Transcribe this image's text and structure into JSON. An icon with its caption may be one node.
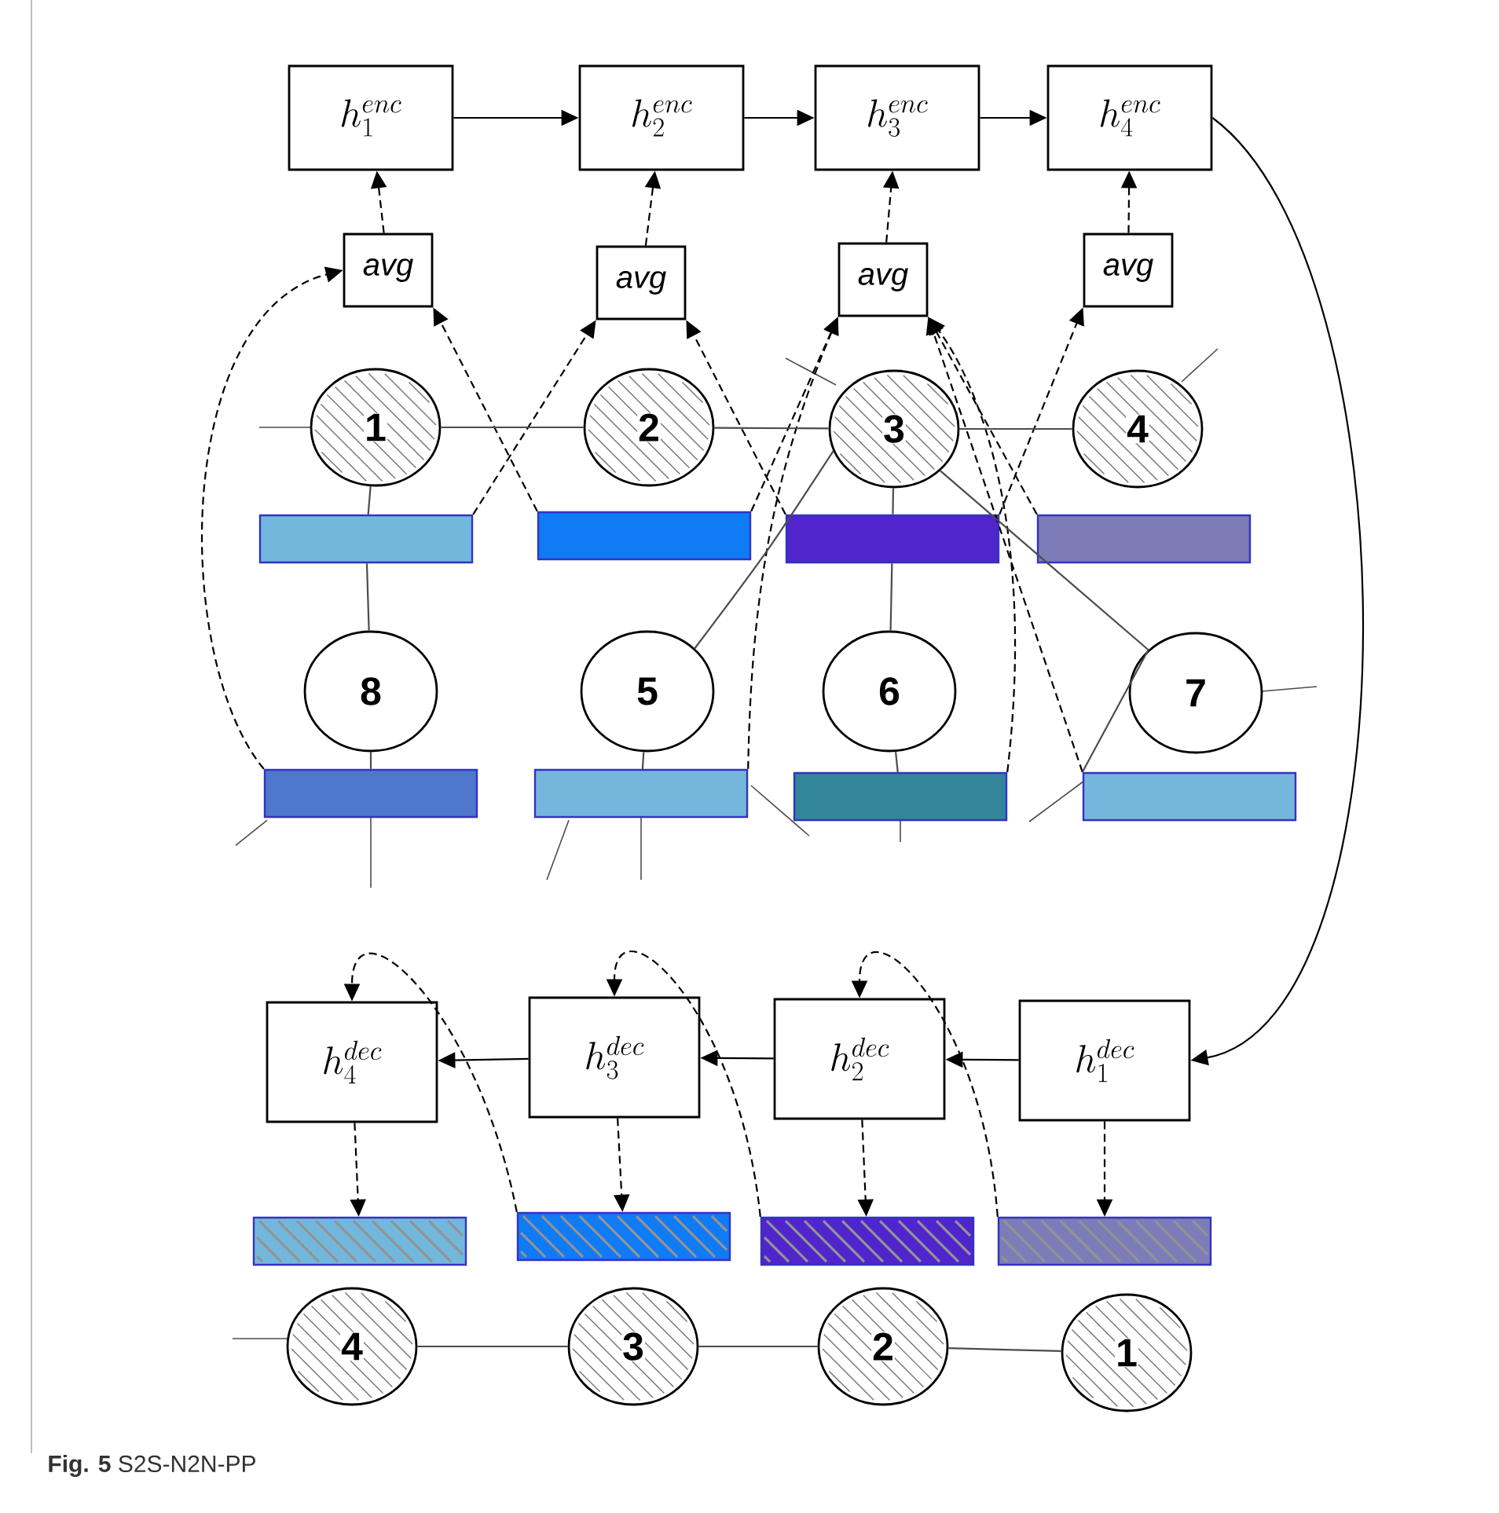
{
  "diagram": {
    "caption": "**Fig. 5** S2S-N2N-PP",
    "nodes": [
      {
        "text": [
          "h_{1}^{enc}"
        ]
      },
      {
        "text": [
          "h_{2}^{enc}"
        ]
      },
      {
        "text": [
          "h_{3}^{enc}"
        ]
      },
      {
        "text": [
          "h_{4}^{enc}"
        ]
      },
      {
        "text": [
          "avg"
        ]
      },
      {
        "text": [
          "avg"
        ]
      },
      {
        "text": [
          "avg"
        ]
      },
      {
        "text": [
          "avg"
        ]
      },
      {
        "text": [
          "1"
        ]
      },
      {
        "text": [
          "2"
        ]
      },
      {
        "text": [
          "3"
        ]
      },
      {
        "text": [
          "4"
        ]
      },
      {
        "text": [],
        "shape": "bar"
      },
      {
        "text": [],
        "shape": "bar"
      },
      {
        "text": [],
        "shape": "bar"
      },
      {
        "text": [],
        "shape": "bar"
      },
      {
        "text": [
          "8"
        ]
      },
      {
        "text": [
          "5"
        ]
      },
      {
        "text": [
          "6"
        ]
      },
      {
        "text": [
          "7"
        ]
      },
      {
        "text": [],
        "shape": "bar"
      },
      {
        "text": [],
        "shape": "bar"
      },
      {
        "text": [],
        "shape": "bar"
      },
      {
        "text": [],
        "shape": "bar"
      },
      {
        "text": [
          "h_{4}^{dec}"
        ]
      },
      {
        "text": [
          "h_{3}^{dec}"
        ]
      },
      {
        "text": [
          "h_{2}^{dec}"
        ]
      },
      {
        "text": [
          "h_{1}^{dec}"
        ]
      },
      {
        "text": [],
        "shape": "bar"
      },
      {
        "text": [],
        "shape": "bar"
      },
      {
        "text": [],
        "shape": "bar"
      },
      {
        "text": [],
        "shape": "bar"
      },
      {
        "text": [
          "4"
        ]
      },
      {
        "text": [
          "3"
        ]
      },
      {
        "text": [
          "2"
        ]
      },
      {
        "text": [
          "1"
        ]
      }
    ],
    "edges": [
      {
        "from": 0,
        "to": 1,
        "arrow": "to"
      },
      {
        "from": 1,
        "to": 2,
        "arrow": "to"
      },
      {
        "from": 2,
        "to": 3,
        "arrow": "to"
      },
      {
        "from": 3,
        "to": 27,
        "arrow": "to"
      },
      {
        "from": 27,
        "to": 26,
        "arrow": "to"
      },
      {
        "from": 26,
        "to": 25,
        "arrow": "to"
      },
      {
        "from": 25,
        "to": 24,
        "arrow": "to"
      },
      {
        "from": 4,
        "to": 0,
        "arrow": "to",
        "style": "dashed"
      },
      {
        "from": 5,
        "to": 1,
        "arrow": "to",
        "style": "dashed"
      },
      {
        "from": 6,
        "to": 2,
        "arrow": "to",
        "style": "dashed"
      },
      {
        "from": 7,
        "to": 3,
        "arrow": "to",
        "style": "dashed"
      },
      {
        "from": 12,
        "to": 5,
        "arrow": "to",
        "style": "dashed"
      },
      {
        "from": 13,
        "to": 4,
        "arrow": "to",
        "style": "dashed"
      },
      {
        "from": 20,
        "to": 4,
        "arrow": "to",
        "style": "dashed"
      },
      {
        "from": 14,
        "to": 5,
        "arrow": "to",
        "style": "dashed"
      },
      {
        "from": 13,
        "to": 6,
        "arrow": "to",
        "style": "dashed"
      },
      {
        "from": 21,
        "to": 6,
        "arrow": "to",
        "style": "dashed"
      },
      {
        "from": 22,
        "to": 6,
        "arrow": "to",
        "style": "dashed"
      },
      {
        "from": 23,
        "to": 6,
        "arrow": "to",
        "style": "dashed"
      },
      {
        "from": 15,
        "to": 6,
        "arrow": "to",
        "style": "dashed"
      },
      {
        "from": 14,
        "to": 7,
        "arrow": "to",
        "style": "dashed"
      },
      {
        "from": 24,
        "to": 28,
        "arrow": "to",
        "style": "dashed"
      },
      {
        "from": 25,
        "to": 29,
        "arrow": "to",
        "style": "dashed"
      },
      {
        "from": 26,
        "to": 30,
        "arrow": "to",
        "style": "dashed"
      },
      {
        "from": 27,
        "to": 31,
        "arrow": "to",
        "style": "dashed"
      },
      {
        "from": 31,
        "to": 26,
        "arrow": "to",
        "style": "dashed"
      },
      {
        "from": 30,
        "to": 25,
        "arrow": "to",
        "style": "dashed"
      },
      {
        "from": 29,
        "to": 24,
        "arrow": "to",
        "style": "dashed"
      },
      {
        "from": 8,
        "to": 9,
        "arrow": "none"
      },
      {
        "from": 9,
        "to": 10,
        "arrow": "none"
      },
      {
        "from": 10,
        "to": 11,
        "arrow": "none"
      },
      {
        "from": 8,
        "to": 12,
        "arrow": "none"
      },
      {
        "from": 12,
        "to": 16,
        "arrow": "none"
      },
      {
        "from": 16,
        "to": 20,
        "arrow": "none"
      },
      {
        "from": 10,
        "to": 14,
        "arrow": "none"
      },
      {
        "from": 14,
        "to": 18,
        "arrow": "none"
      },
      {
        "from": 18,
        "to": 22,
        "arrow": "none"
      },
      {
        "from": 17,
        "to": 21,
        "arrow": "none"
      },
      {
        "from": 19,
        "to": 23,
        "arrow": "none"
      },
      {
        "from": 17,
        "to": 10,
        "arrow": "none"
      },
      {
        "from": 10,
        "to": 19,
        "arrow": "none"
      },
      {
        "from": 32,
        "to": 33,
        "arrow": "none"
      },
      {
        "from": 33,
        "to": 34,
        "arrow": "none"
      },
      {
        "from": 34,
        "to": 35,
        "arrow": "none"
      }
    ]
  }
}
